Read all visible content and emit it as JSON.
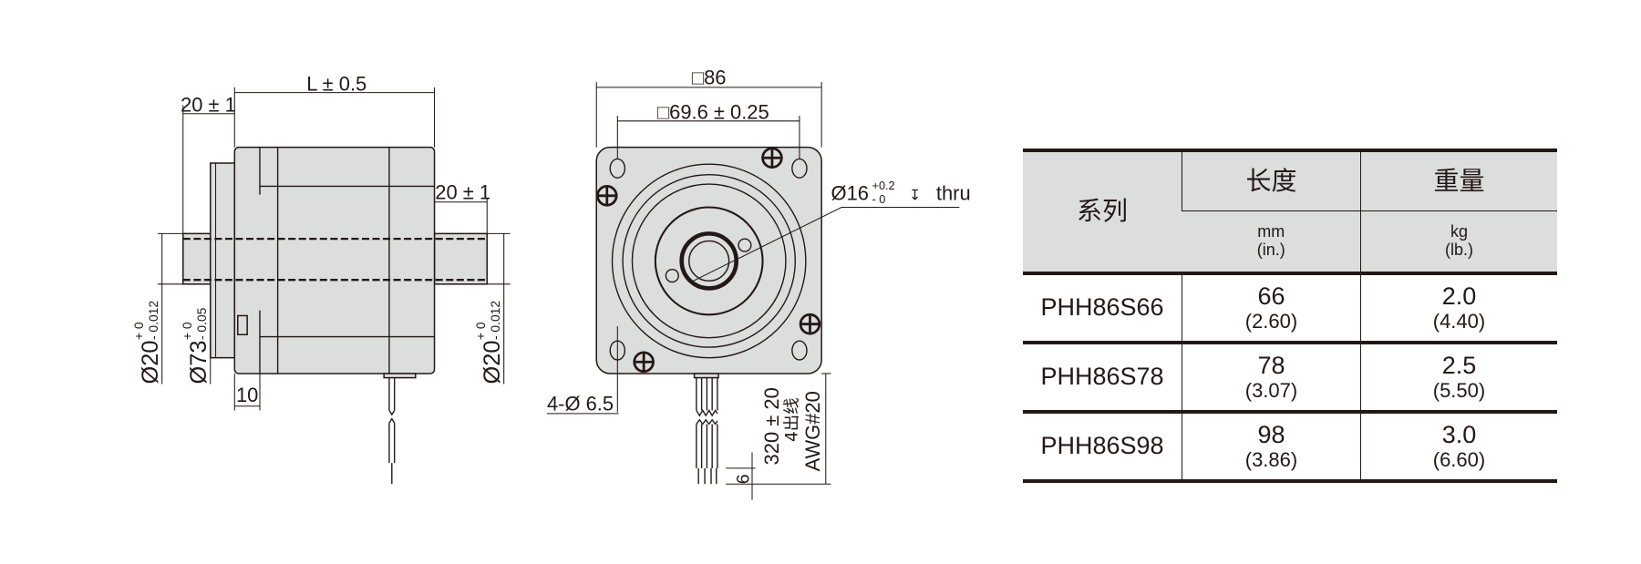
{
  "side_view": {
    "length_dim": "L ± 0.5",
    "front_shaft_len": "20 ± 1",
    "rear_shaft_len": "20 ± 1",
    "front_shaft_dia": "Ø20",
    "front_shaft_tol_upper": "+ 0",
    "front_shaft_tol_lower": "- 0.012",
    "pilot_dia": "Ø73",
    "pilot_tol_upper": "+ 0",
    "pilot_tol_lower": "- 0.05",
    "rear_shaft_dia": "Ø20",
    "rear_shaft_tol_upper": "+ 0",
    "rear_shaft_tol_lower": "- 0.012",
    "pilot_depth": "10"
  },
  "front_view": {
    "frame_size": "□86",
    "hole_pitch": "□69.6 ± 0.25",
    "center_hole": "Ø16",
    "center_hole_tol_upper": "+0.2",
    "center_hole_tol_lower": "- 0",
    "center_hole_depth_symbol": "↧",
    "center_hole_thru": "thru",
    "mount_holes": "4-Ø 6.5",
    "lead_length": "320 ± 20",
    "lead_count": "4出线",
    "lead_gauge": "AWG#20",
    "strip_length": "6"
  },
  "table": {
    "col_series": "系列",
    "col_length": "长度",
    "col_weight": "重量",
    "length_unit": "mm",
    "length_unit_alt": "(in.)",
    "weight_unit": "kg",
    "weight_unit_alt": "(lb.)",
    "rows": [
      {
        "model": "PHH86S66",
        "length_mm": "66",
        "length_in": "(2.60)",
        "weight_kg": "2.0",
        "weight_lb": "(4.40)"
      },
      {
        "model": "PHH86S78",
        "length_mm": "78",
        "length_in": "(3.07)",
        "weight_kg": "2.5",
        "weight_lb": "(5.50)"
      },
      {
        "model": "PHH86S98",
        "length_mm": "98",
        "length_in": "(3.86)",
        "weight_kg": "3.0",
        "weight_lb": "(6.60)"
      }
    ]
  }
}
